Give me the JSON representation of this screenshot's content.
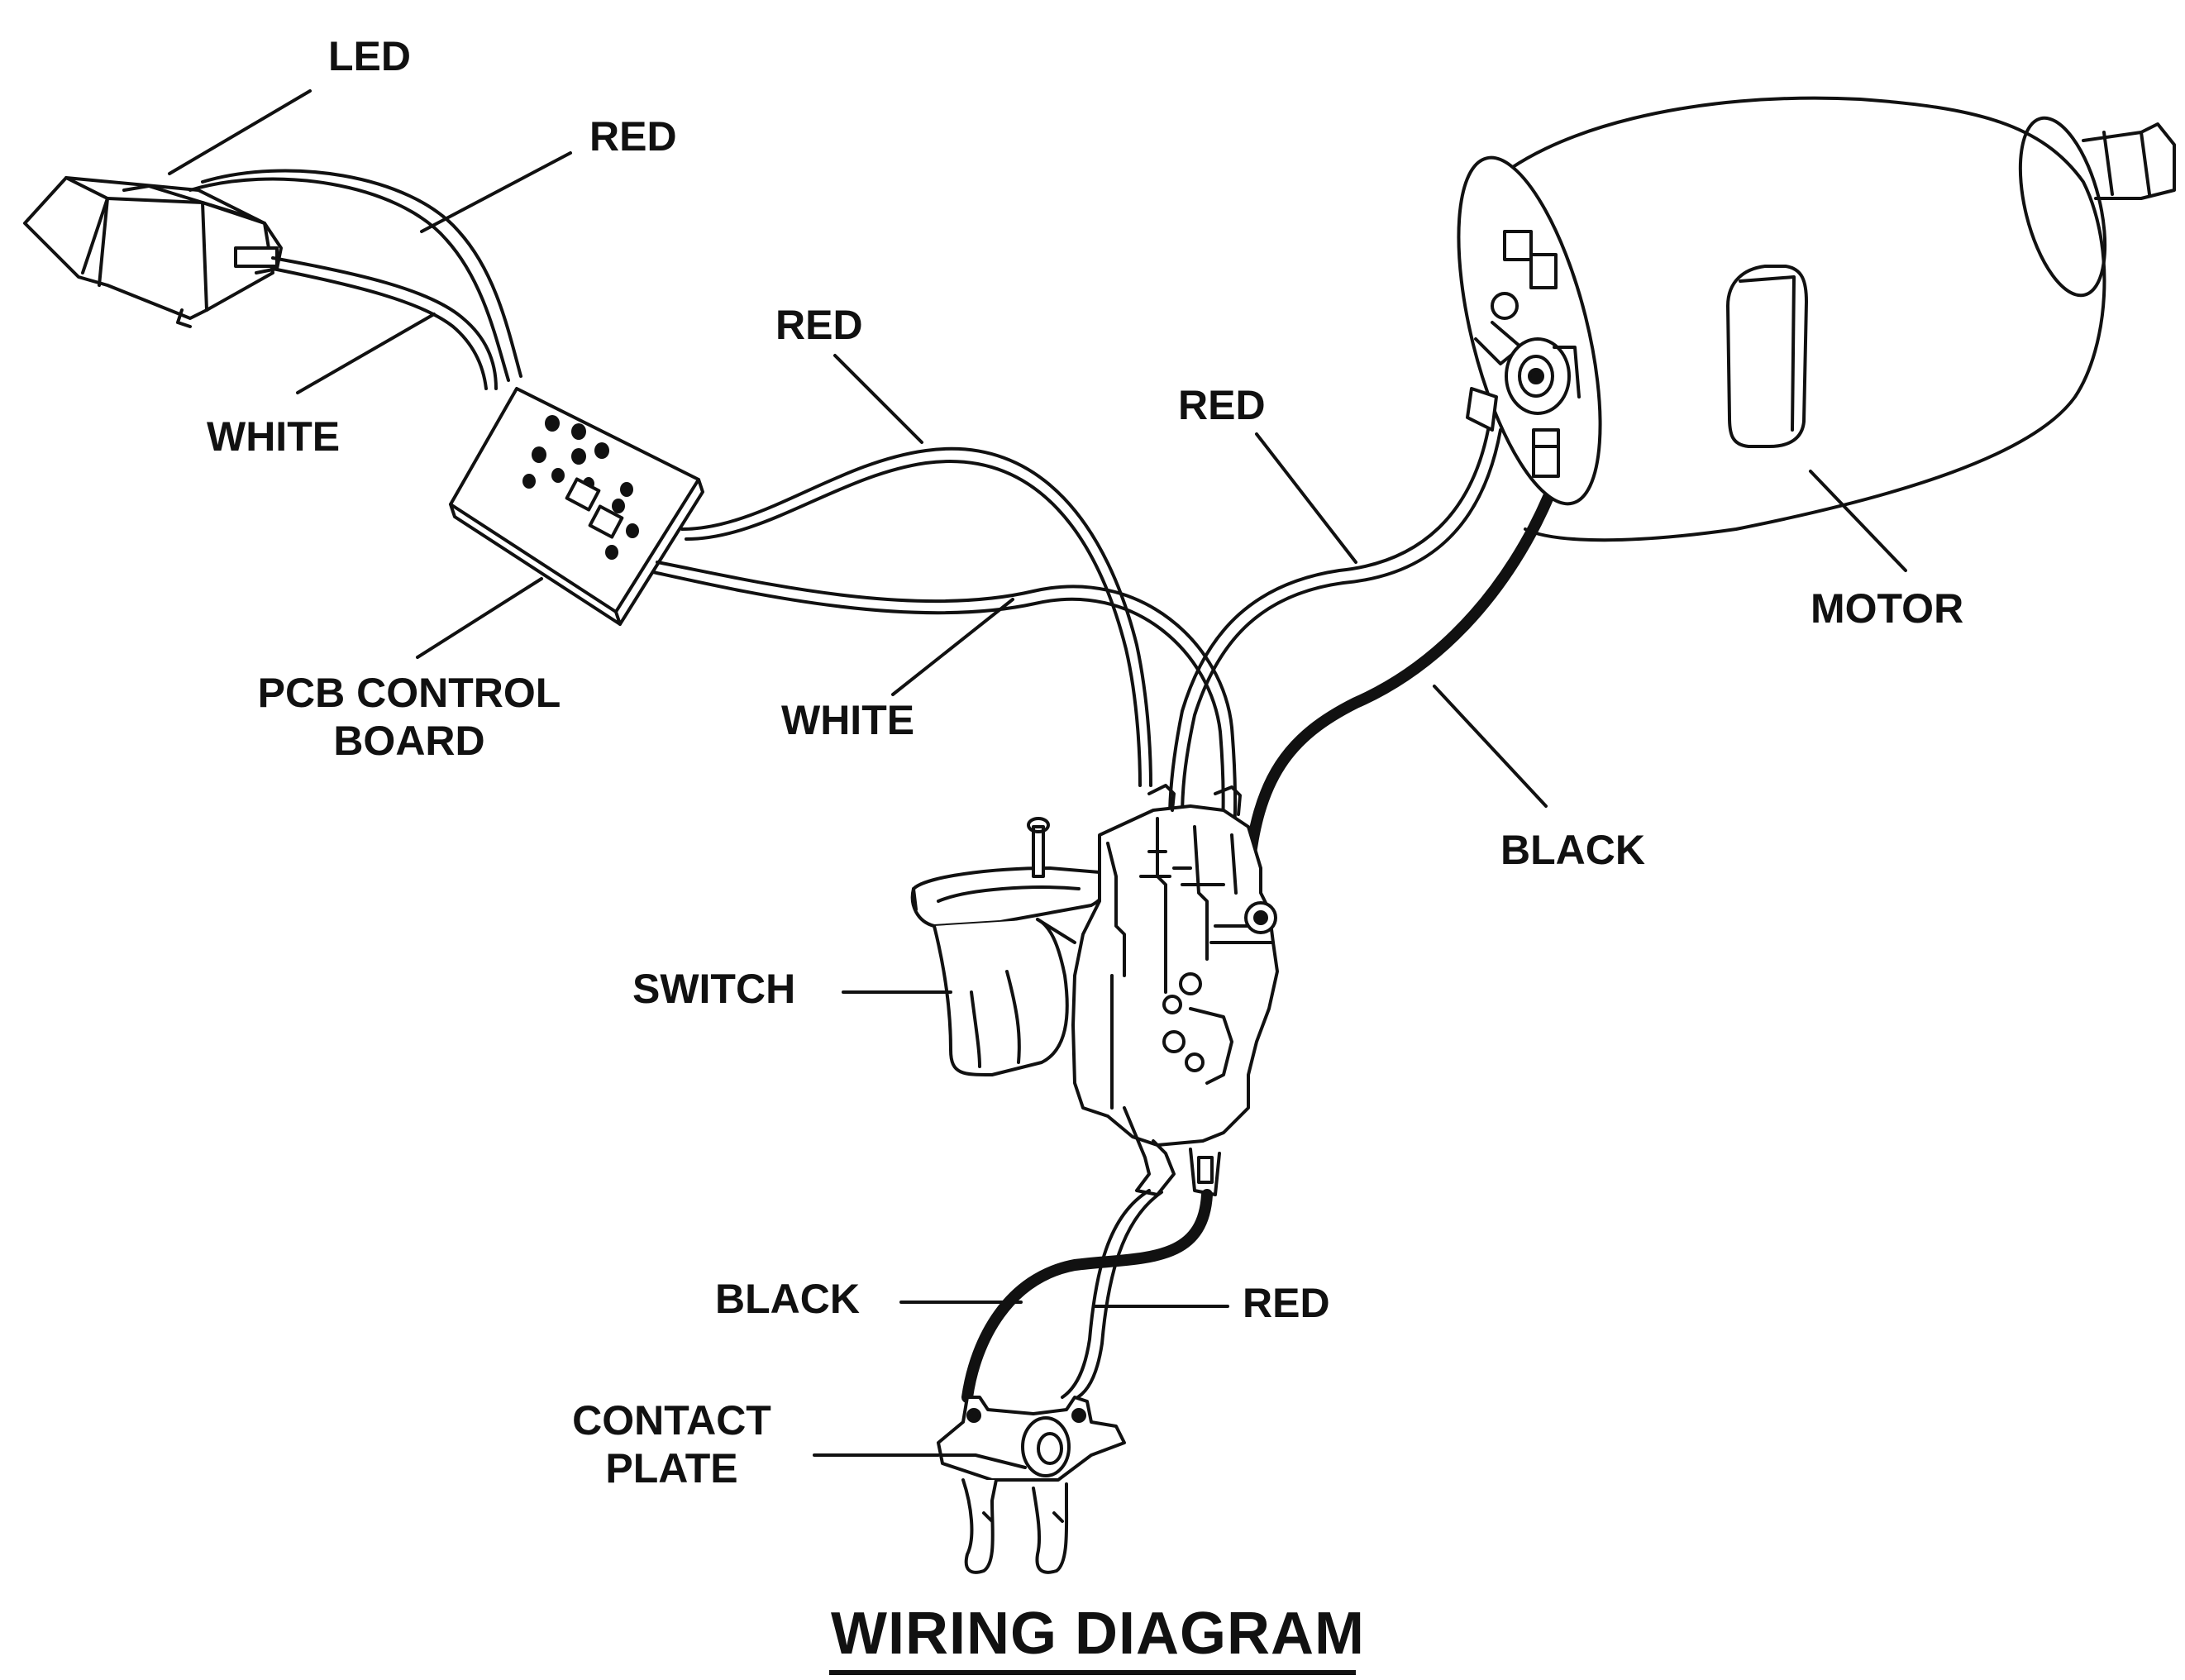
{
  "diagram": {
    "title": "WIRING DIAGRAM",
    "colors": {
      "ink": "#111111",
      "paper": "#ffffff"
    },
    "labels": {
      "led": "LED",
      "red_top": "RED",
      "white_left": "WHITE",
      "pcb_line1": "PCB CONTROL",
      "pcb_line2": "BOARD",
      "red_mid": "RED",
      "white_mid": "WHITE",
      "red_right": "RED",
      "motor": "MOTOR",
      "black_right": "BLACK",
      "switch": "SWITCH",
      "black_low": "BLACK",
      "red_low": "RED",
      "contact_line1": "CONTACT",
      "contact_line2": "PLATE"
    },
    "components": [
      "led",
      "pcb-control-board",
      "motor",
      "switch",
      "contact-plate"
    ],
    "wires": [
      {
        "from": "led",
        "to": "pcb-control-board",
        "color": "red"
      },
      {
        "from": "led",
        "to": "pcb-control-board",
        "color": "white"
      },
      {
        "from": "pcb-control-board",
        "to": "switch",
        "color": "red"
      },
      {
        "from": "pcb-control-board",
        "to": "switch",
        "color": "white"
      },
      {
        "from": "motor",
        "to": "switch",
        "color": "red"
      },
      {
        "from": "motor",
        "to": "switch",
        "color": "black"
      },
      {
        "from": "switch",
        "to": "contact-plate",
        "color": "black"
      },
      {
        "from": "switch",
        "to": "contact-plate",
        "color": "red"
      }
    ]
  }
}
